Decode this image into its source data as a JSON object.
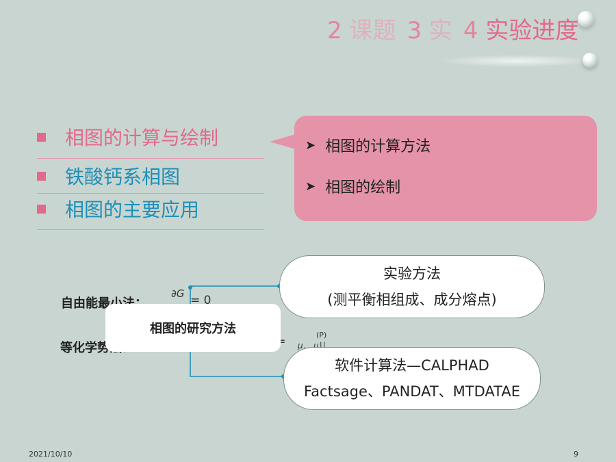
{
  "header": {
    "tab_2_num": "2",
    "tab_2_text": "课题",
    "tab_3_num": "3",
    "tab_3_text": "实",
    "tab_4_num": "4",
    "tab_4_text": "实验进度"
  },
  "menu": {
    "items": [
      {
        "label": "相图的计算与绘制",
        "color": "#e26a8c"
      },
      {
        "label": "铁酸钙系相图",
        "color": "#1d8fb8"
      },
      {
        "label": "相图的主要应用",
        "color": "#1d8fb8"
      }
    ]
  },
  "callout": {
    "items": [
      "相图的计算方法",
      "相图的绘制"
    ],
    "color": "#e493a8"
  },
  "diagram": {
    "center_label": "相图的研究方法",
    "left_label_1": "自由能最小法：",
    "left_label_2": "等化学势法：",
    "formula_1_top": "∂G",
    "formula_1_rhs": "= 0",
    "formula_2_sub_1": "P1",
    "formula_2_sub_2": "P1",
    "formula_2_sub_3": "P1",
    "formula_2_eq": "=",
    "formula_2_sup": "(P)",
    "formula_2_tail": "μ...μ||",
    "top_bubble": {
      "line1": "实验方法",
      "line2": "(测平衡相组成、成分熔点)"
    },
    "bottom_bubble": {
      "line1": "软件计算法—CALPHAD",
      "line2": "Factsage、PANDAT、MTDATAE"
    },
    "connector_color": "#1d8fb8"
  },
  "footer": {
    "date": "2021/10/10",
    "page": "9"
  }
}
